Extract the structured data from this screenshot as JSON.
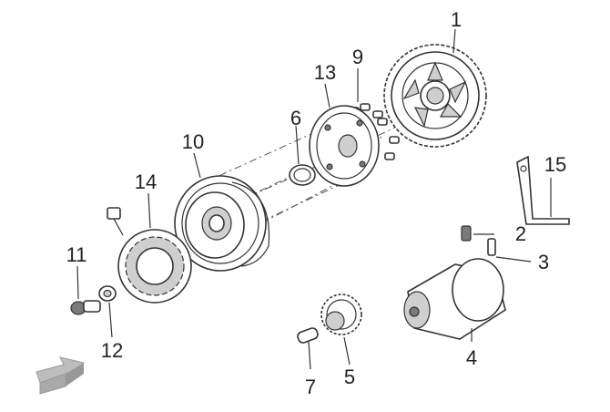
{
  "callouts": [
    {
      "id": "c1",
      "label": "1"
    },
    {
      "id": "c2",
      "label": "2"
    },
    {
      "id": "c3",
      "label": "3"
    },
    {
      "id": "c4",
      "label": "4"
    },
    {
      "id": "c5",
      "label": "5"
    },
    {
      "id": "c6",
      "label": "6"
    },
    {
      "id": "c7",
      "label": "7"
    },
    {
      "id": "c9",
      "label": "9"
    },
    {
      "id": "c10",
      "label": "10"
    },
    {
      "id": "c11",
      "label": "11"
    },
    {
      "id": "c12",
      "label": "12"
    },
    {
      "id": "c13",
      "label": "13"
    },
    {
      "id": "c14",
      "label": "14"
    },
    {
      "id": "c15",
      "label": "15"
    }
  ],
  "colors": {
    "line": "#333333",
    "shade": "#cfcfcf",
    "arrow": "#bdbdbd"
  }
}
